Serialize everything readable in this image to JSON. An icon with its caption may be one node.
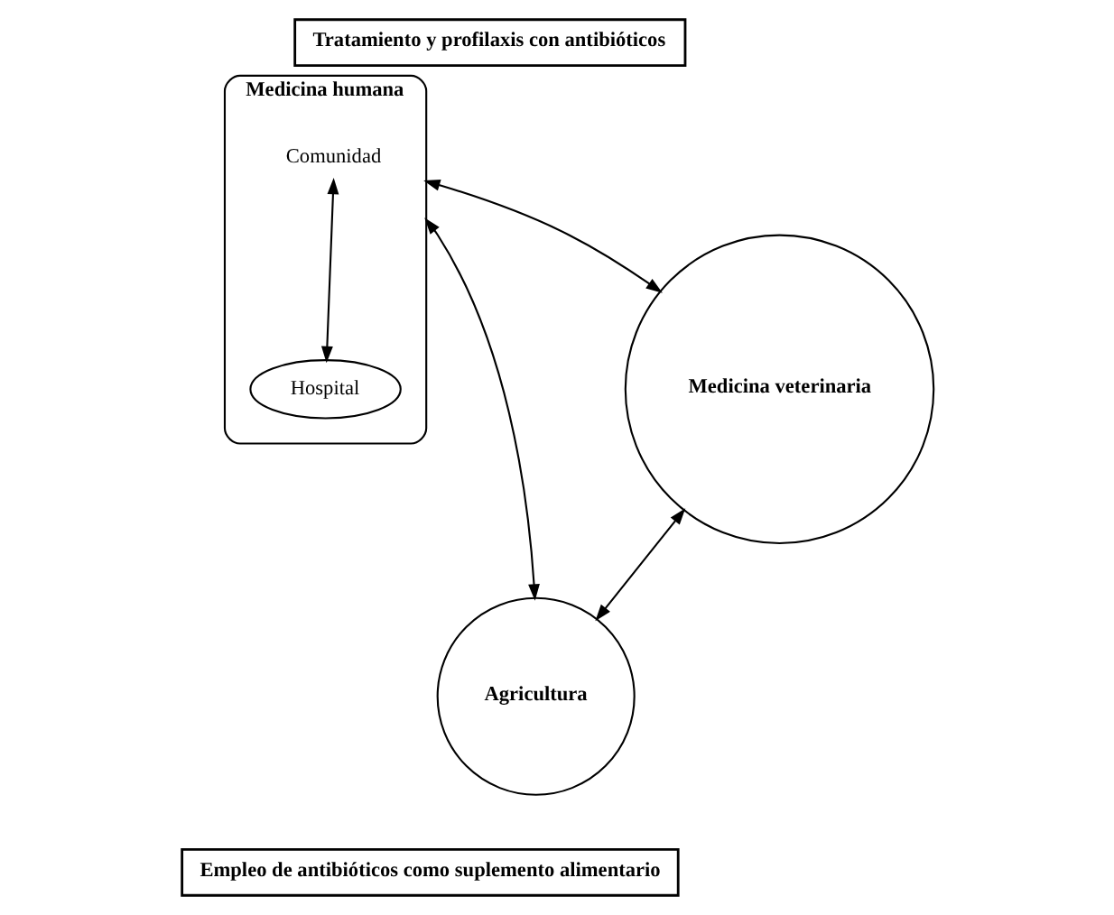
{
  "diagram": {
    "nodes": [
      {
        "text": [
          "Tratamiento y profilaxis con antibióticos"
        ]
      },
      {
        "text": [
          "Medicina humana"
        ]
      },
      {
        "text": [
          "Comunidad"
        ],
        "in": 1
      },
      {
        "text": [
          "Hospital"
        ],
        "in": 1
      },
      {
        "text": [
          "Medicina veterinaria"
        ]
      },
      {
        "text": [
          "Agricultura"
        ]
      },
      {
        "text": [
          "Empleo de antibióticos como suplemento alimentario"
        ]
      }
    ],
    "edges": [
      {
        "from": 1,
        "to": 4,
        "arrow": "both"
      },
      {
        "from": 2,
        "to": 3,
        "arrow": "both"
      },
      {
        "from": 1,
        "to": 5,
        "arrow": "both"
      },
      {
        "from": 4,
        "to": 5,
        "arrow": "both"
      }
    ]
  }
}
